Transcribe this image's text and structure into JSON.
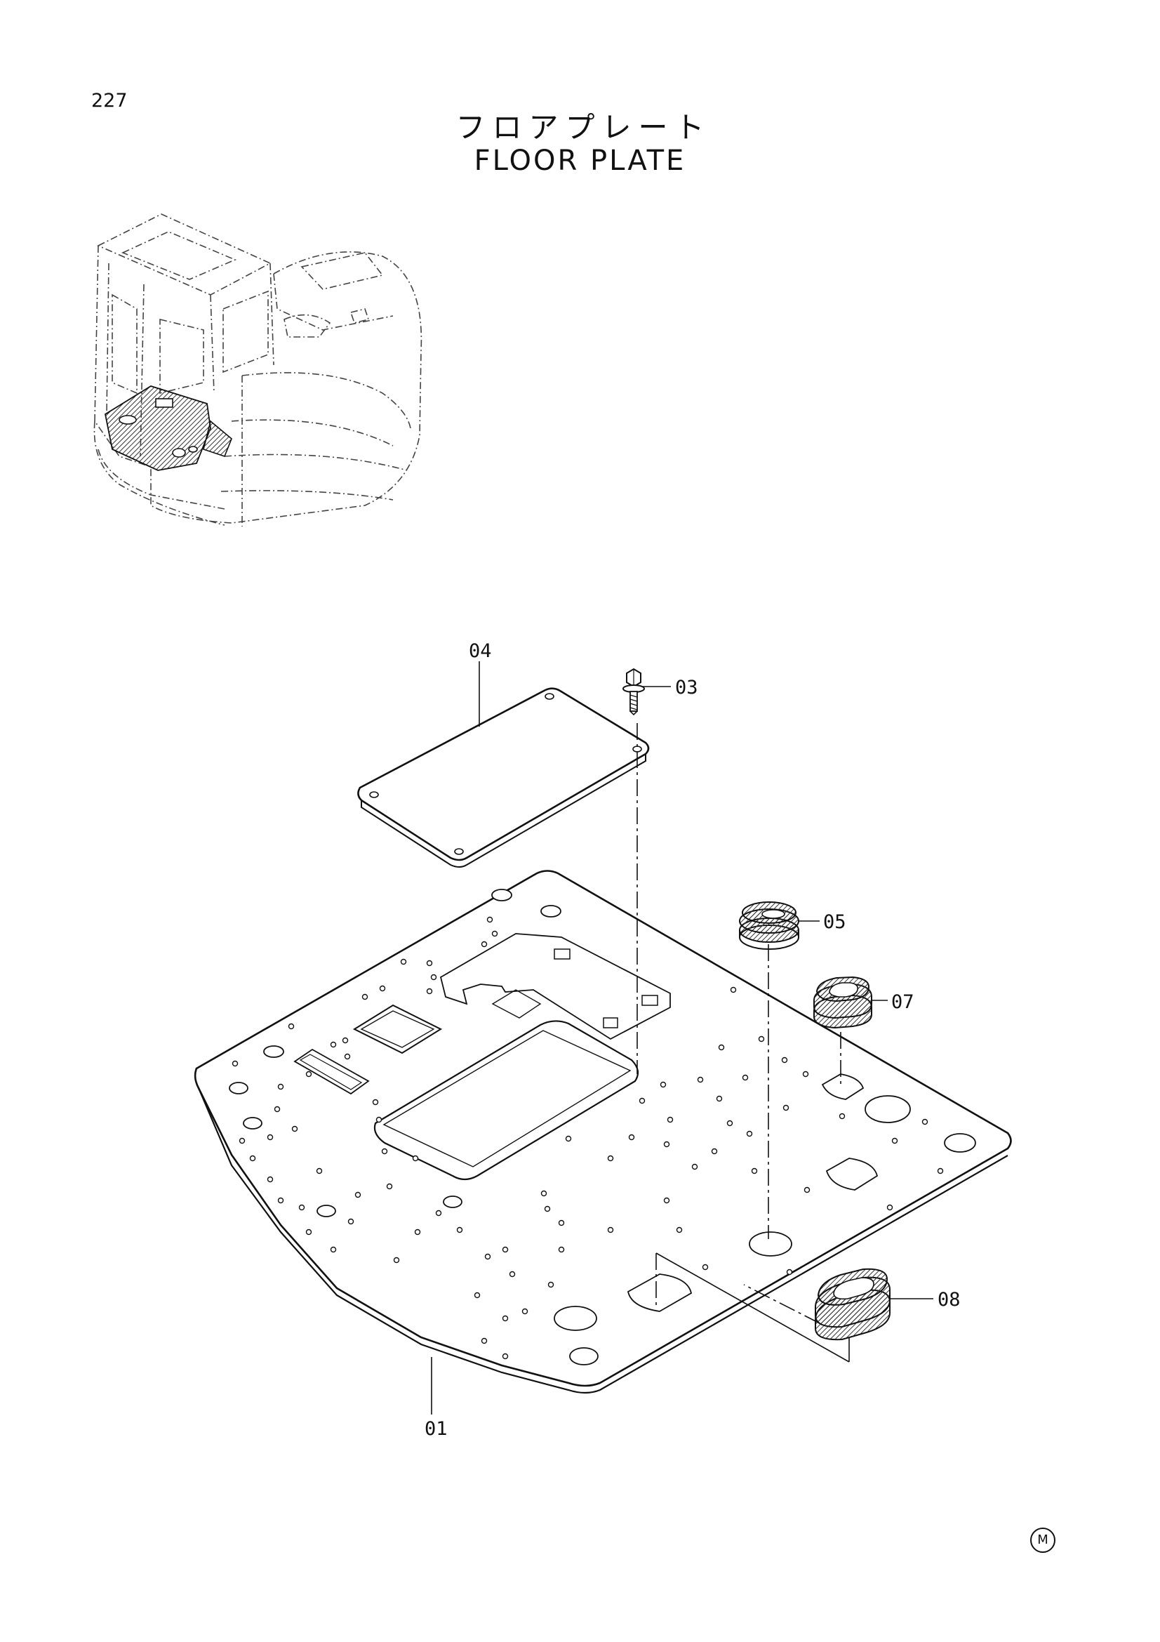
{
  "page": {
    "number": "227",
    "title_jp": "フロアプレート",
    "title_en": "FLOOR PLATE",
    "mark": "M"
  },
  "callouts": {
    "p01": "01",
    "p03": "03",
    "p04": "04",
    "p05": "05",
    "p07": "07",
    "p08": "08"
  }
}
